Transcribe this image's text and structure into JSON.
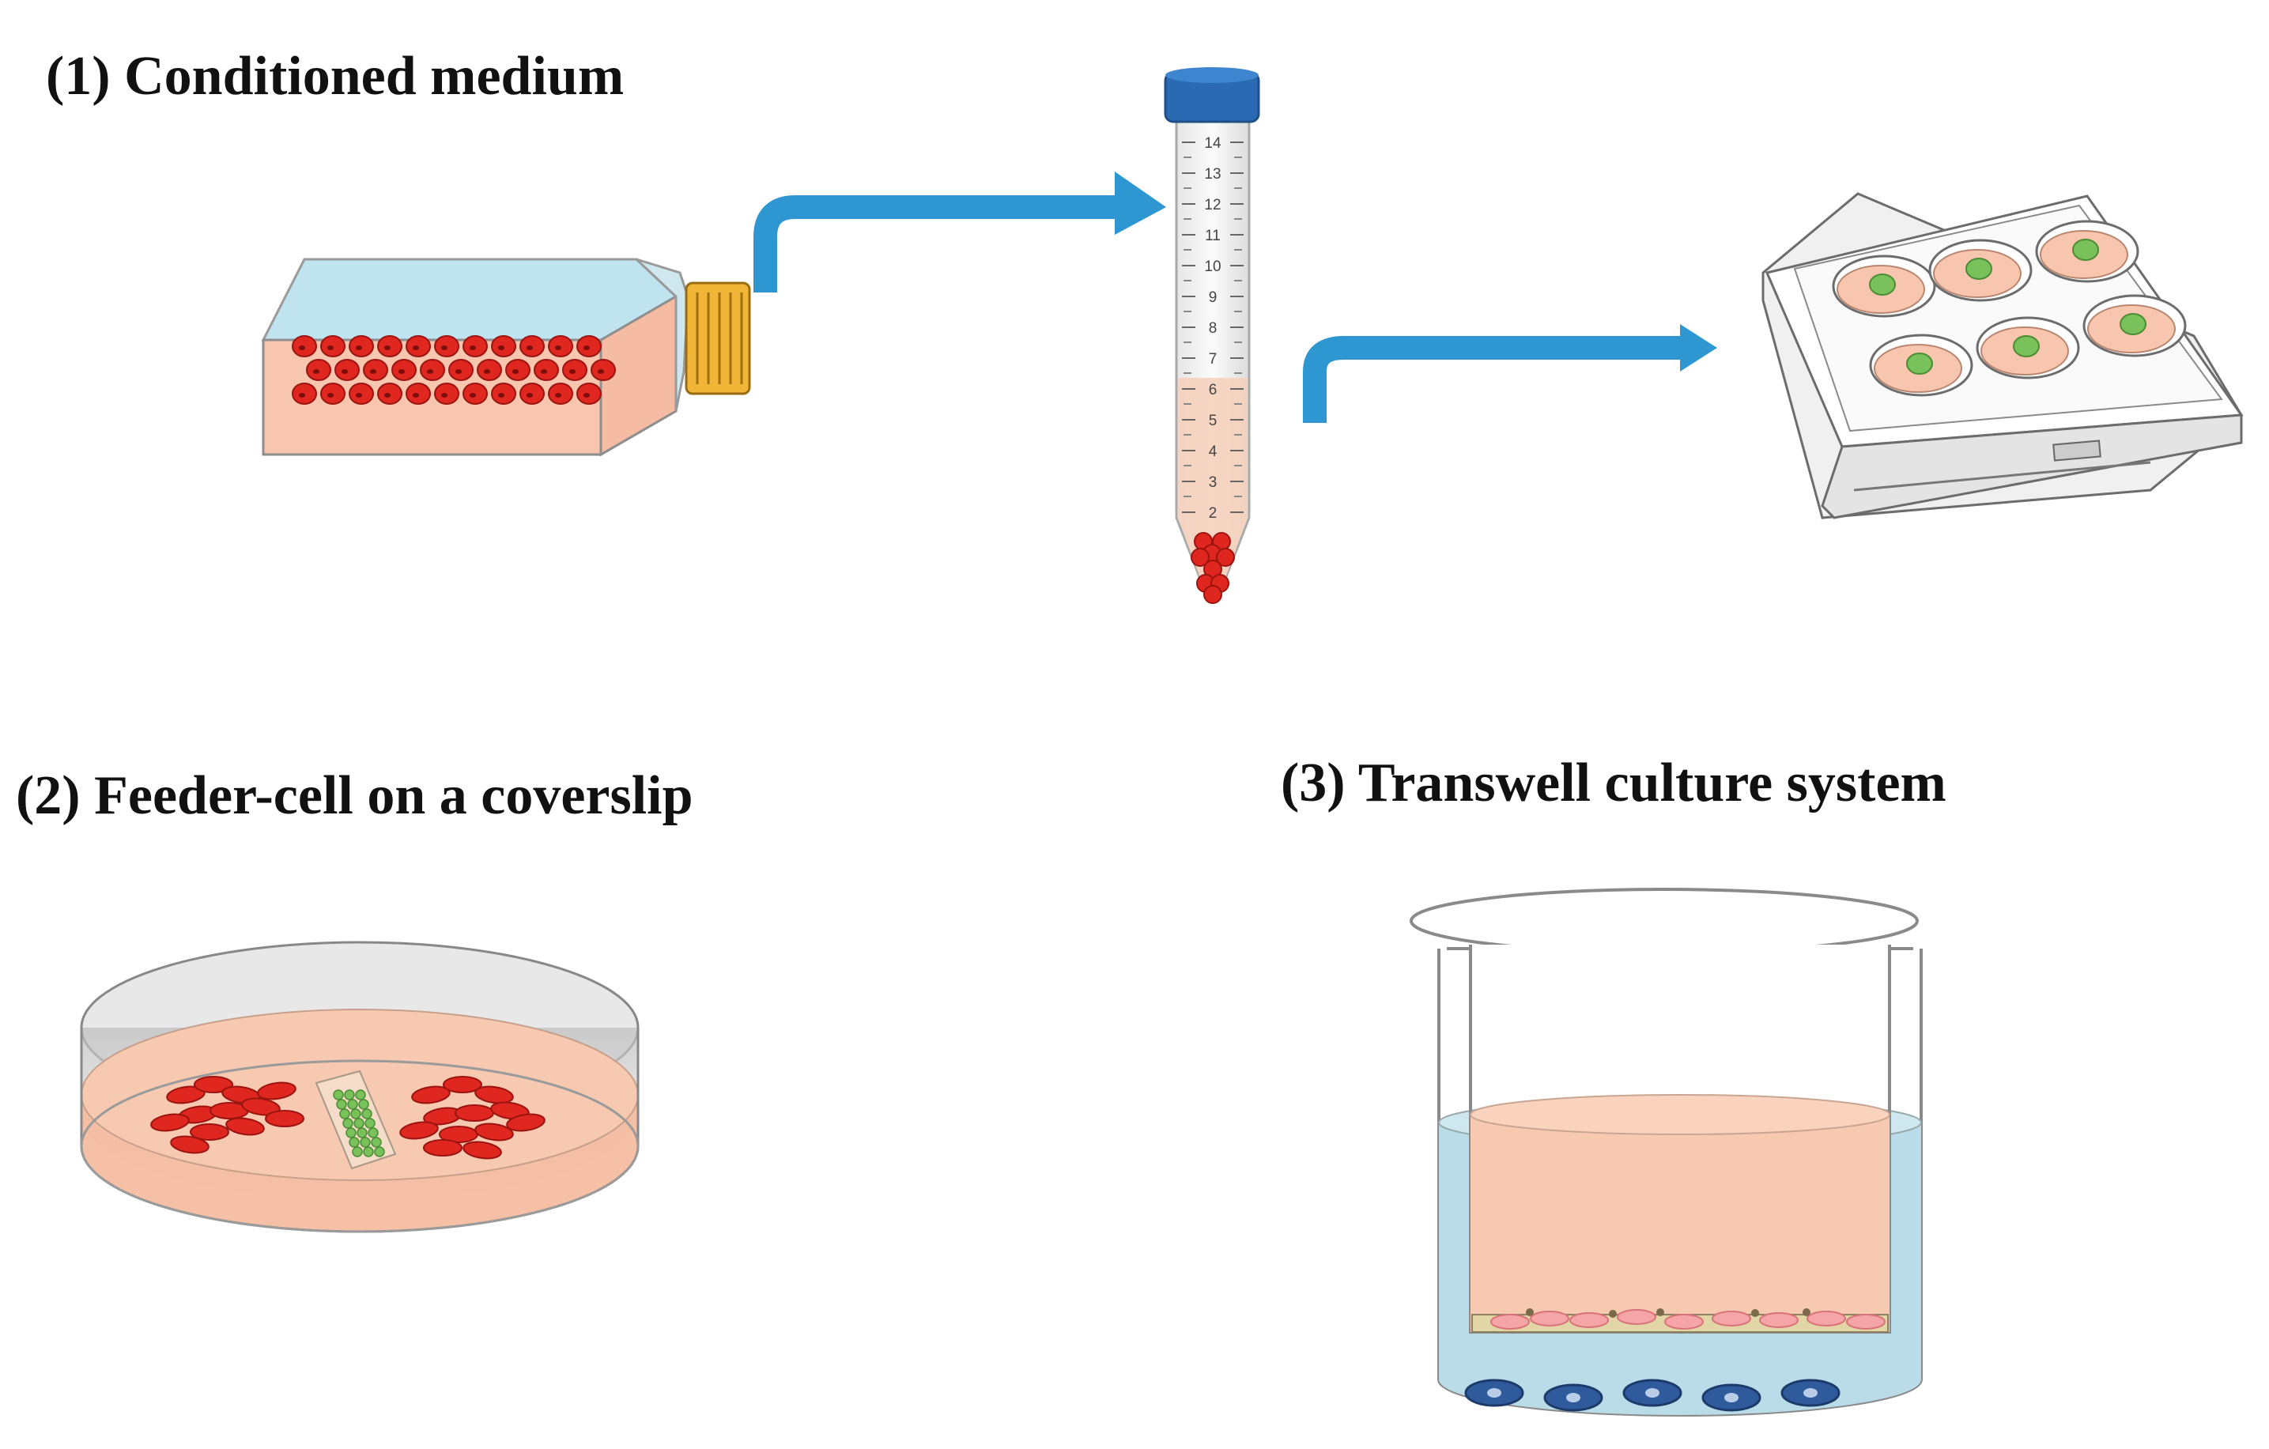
{
  "panels": [
    {
      "id": "conditioned-medium",
      "title": "(1) Conditioned medium"
    },
    {
      "id": "feeder-cell",
      "title": "(2) Feeder-cell on a coverslip"
    },
    {
      "id": "transwell",
      "title": "(3) Transwell culture system"
    }
  ],
  "tube": {
    "graduations": [
      "14",
      "13",
      "12",
      "11",
      "10",
      "9",
      "8",
      "7",
      "6",
      "5",
      "4",
      "3",
      "2"
    ]
  },
  "colors": {
    "arrow": "#2e97d2",
    "medium": "#f8c6ae",
    "feeder_cell": "#e0271f",
    "target_cell": "#79c25b",
    "tube_cap": "#2a6ab3",
    "flask_cap": "#f1b537",
    "insert_cell": "#2f5a9c"
  },
  "icons": [
    "flask-icon",
    "centrifuge-tube-icon",
    "six-well-plate-icon",
    "petri-dish-icon",
    "transwell-insert-icon"
  ]
}
